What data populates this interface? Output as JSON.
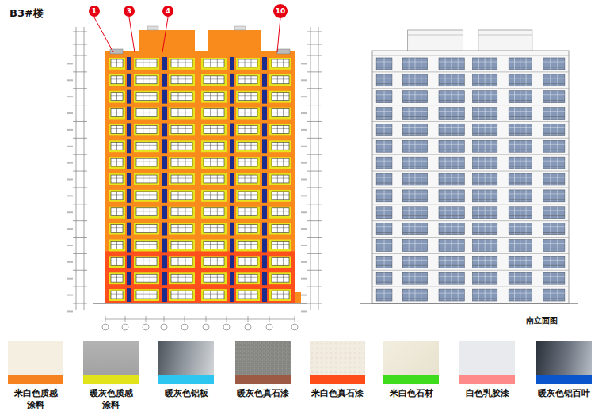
{
  "diagram": {
    "title": "B3#楼",
    "nodes": [
      {
        "text": [
          "1"
        ]
      },
      {
        "text": [
          "3"
        ]
      },
      {
        "text": [
          "4"
        ]
      },
      {
        "text": [
          "10"
        ]
      }
    ],
    "labels": [
      "南立面图"
    ],
    "legend": [
      {
        "text": "米白色质感涂料",
        "color": "#f5821f"
      },
      {
        "text": "暖灰色质感涂料",
        "color": "#e3e31b"
      },
      {
        "text": "暖灰色铝板",
        "color": "#2cc6f0"
      },
      {
        "text": "暖灰色真石漆",
        "color": "#9c5a44"
      },
      {
        "text": "米白色真石漆",
        "color": "#ff4d1a"
      },
      {
        "text": "米白色石材",
        "color": "#3fdc1e"
      },
      {
        "text": "白色乳胶漆",
        "color": "#ff8a8a"
      },
      {
        "text": "暖灰色铝百叶",
        "color": "#0a55cc"
      }
    ]
  }
}
